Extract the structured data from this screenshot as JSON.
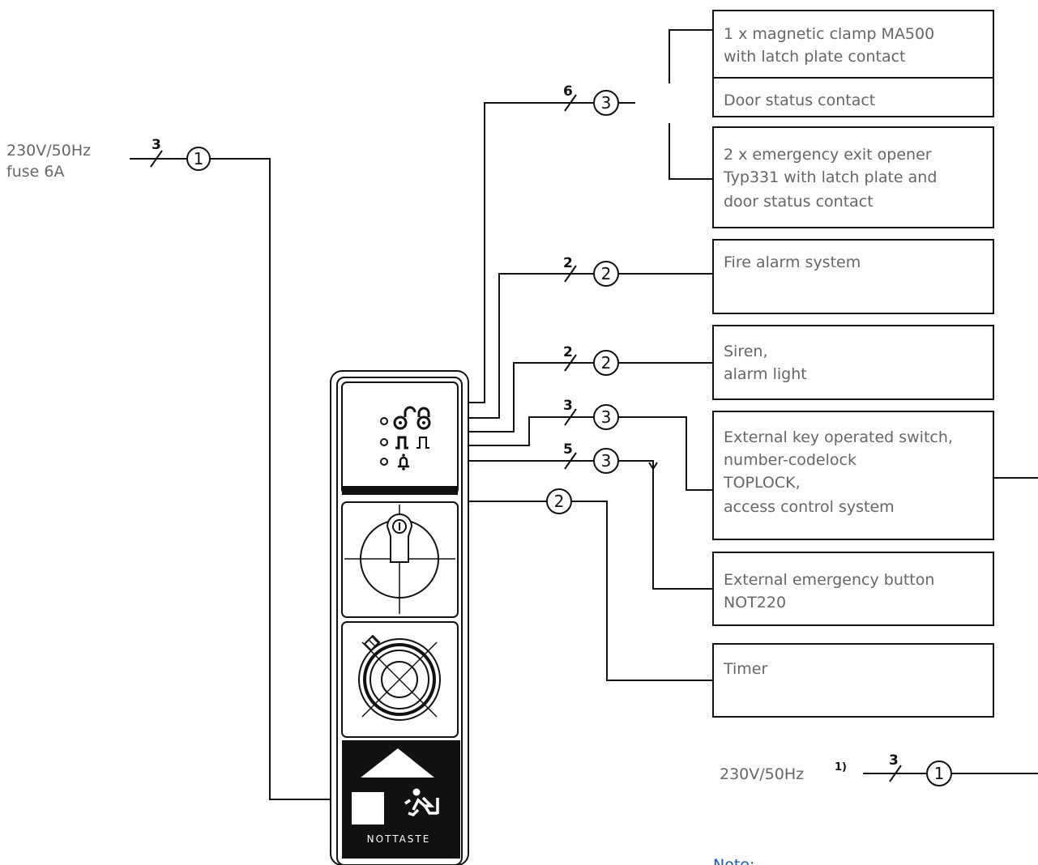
{
  "power_in": {
    "line1": "230V/50Hz",
    "line2": "fuse 6A",
    "wires": "3",
    "cable": "1"
  },
  "power_out": {
    "label": "230V/50Hz",
    "footnote": "1)",
    "wires": "3",
    "cable": "1"
  },
  "connections": [
    {
      "id": "clamp",
      "wires": "6",
      "cable": "3"
    },
    {
      "id": "fire",
      "wires": "2",
      "cable": "2"
    },
    {
      "id": "siren",
      "wires": "2",
      "cable": "2"
    },
    {
      "id": "keyswitch",
      "wires": "3",
      "cable": "3"
    },
    {
      "id": "emergency",
      "wires": "5",
      "cable": "3"
    },
    {
      "id": "timer",
      "wires": "",
      "cable": "2"
    }
  ],
  "boxes": {
    "clamp": [
      "1 x magnetic clamp MA500",
      "with latch plate contact"
    ],
    "door_status": [
      "Door status contact"
    ],
    "opener": [
      "2 x emergency exit opener",
      "Typ331 with latch plate  and",
      "door status contact"
    ],
    "fire": [
      "Fire alarm system"
    ],
    "siren": [
      "Siren,",
      "alarm light"
    ],
    "keyswitch": [
      "External key operated switch,",
      "number-codelock",
      "TOPLOCK,",
      "access control system"
    ],
    "emergency": [
      "External emergency button",
      "NOT220"
    ],
    "timer": [
      "Timer"
    ]
  },
  "device": {
    "button_label": "NOTTASTE"
  },
  "note": "Note:"
}
